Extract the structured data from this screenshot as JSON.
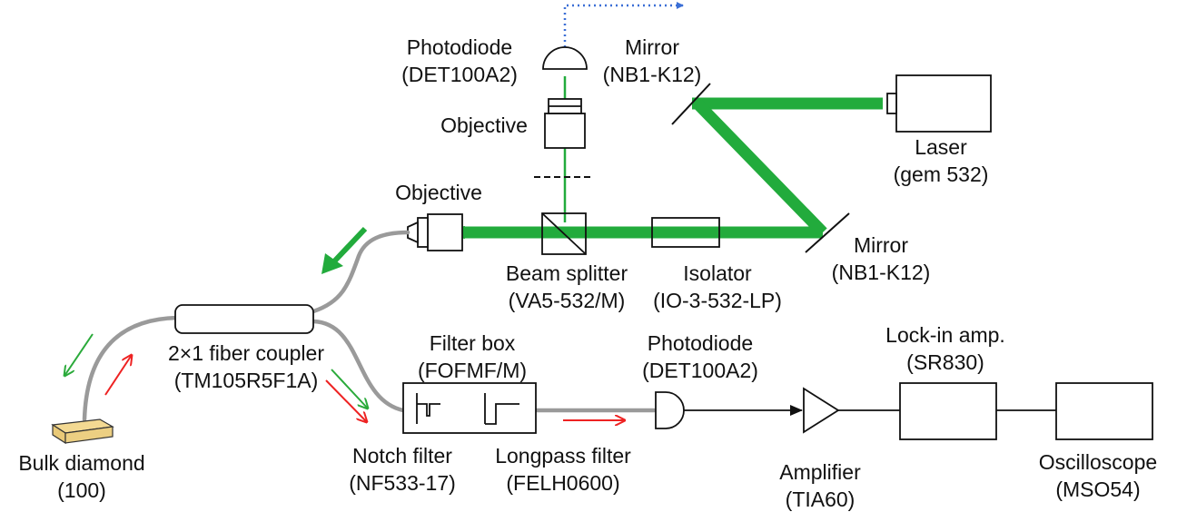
{
  "colors": {
    "beam_green": "#22ab3c",
    "red_arrow": "#ee2222",
    "green_arrow": "#2aaa3a",
    "fiber_gray": "#9a9a9a",
    "dotted_blue": "#3b6fd6",
    "diamond_fill": "#f3d992"
  },
  "labels": {
    "photodiode_top": "Photodiode",
    "photodiode_top_model": "(DET100A2)",
    "mirror_top": "Mirror",
    "mirror_top_model": "(NB1-K12)",
    "objective_top": "Objective",
    "laser": "Laser",
    "laser_model": "(gem 532)",
    "objective_left": "Objective",
    "beam_splitter": "Beam splitter",
    "beam_splitter_model": "(VA5-532/M)",
    "isolator": "Isolator",
    "isolator_model": "(IO-3-532-LP)",
    "mirror_right": "Mirror",
    "mirror_right_model": "(NB1-K12)",
    "fiber_coupler": "2×1 fiber coupler",
    "fiber_coupler_model": "(TM105R5F1A)",
    "filter_box": "Filter box",
    "filter_box_model": "(FOFMF/M)",
    "photodiode_bottom": "Photodiode",
    "photodiode_bottom_model": "(DET100A2)",
    "lockin": "Lock-in amp.",
    "lockin_model": "(SR830)",
    "bulk_diamond": "Bulk diamond",
    "bulk_diamond_model": "(100)",
    "notch_filter": "Notch filter",
    "notch_filter_model": "(NF533-17)",
    "longpass_filter": "Longpass filter",
    "longpass_filter_model": "(FELH0600)",
    "amplifier": "Amplifier",
    "amplifier_model": "(TIA60)",
    "oscilloscope": "Oscilloscope",
    "oscilloscope_model": "(MSO54)"
  }
}
